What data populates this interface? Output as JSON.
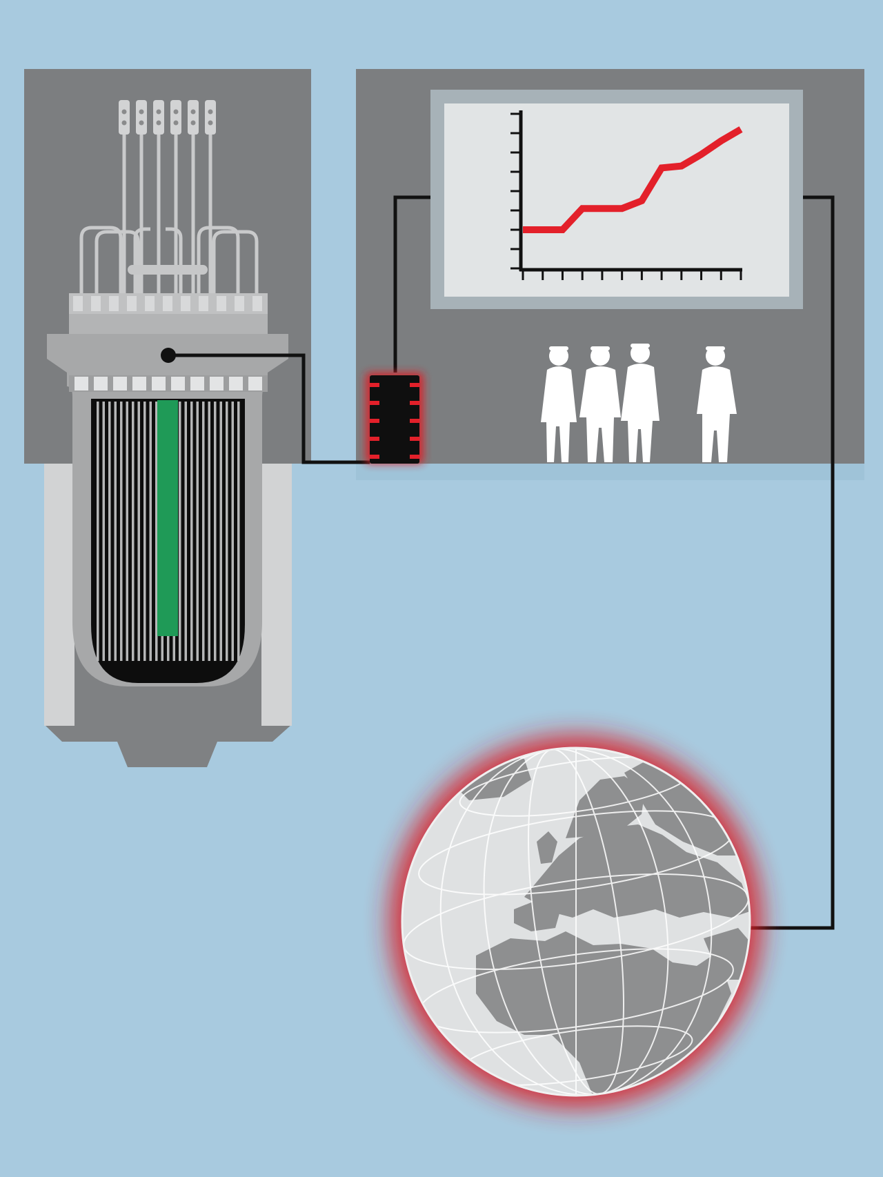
{
  "colors": {
    "background": "#a8cadf",
    "wall": "#7c7e80",
    "light_gray": "#d2d3d4",
    "mid_gray": "#b5b6b7",
    "screen_frame": "#a7b2b8",
    "screen_face": "#e1e4e5",
    "core_black": "#0d0d0d",
    "control_rod_green": "#1f9a57",
    "trend_red": "#e3202a",
    "cable_black": "#111111",
    "glow_red": "#d8222a",
    "globe_ocean": "#dfe1e2",
    "globe_land": "#8e8f90"
  },
  "icons": {
    "reactor": "reactor-vessel-icon",
    "fuel_rods": "fuel-rods-icon",
    "control_rod": "control-rod-icon",
    "sensor_chip": "chip-icon",
    "monitor": "monitor-icon",
    "people": "people-silhouette-icon",
    "globe": "globe-icon"
  },
  "chart_data": {
    "type": "line",
    "title": "",
    "xlabel": "",
    "ylabel": "",
    "x": [
      0,
      1,
      2,
      3,
      4,
      5,
      6,
      7,
      8,
      9,
      10,
      11
    ],
    "series": [
      {
        "values": [
          2,
          2,
          2,
          3.1,
          3.1,
          3.1,
          3.5,
          5.2,
          5.3,
          5.9,
          6.6,
          7.2
        ]
      }
    ],
    "xlim": [
      0,
      11
    ],
    "ylim": [
      0,
      8
    ],
    "grid": false,
    "legend": "none"
  }
}
